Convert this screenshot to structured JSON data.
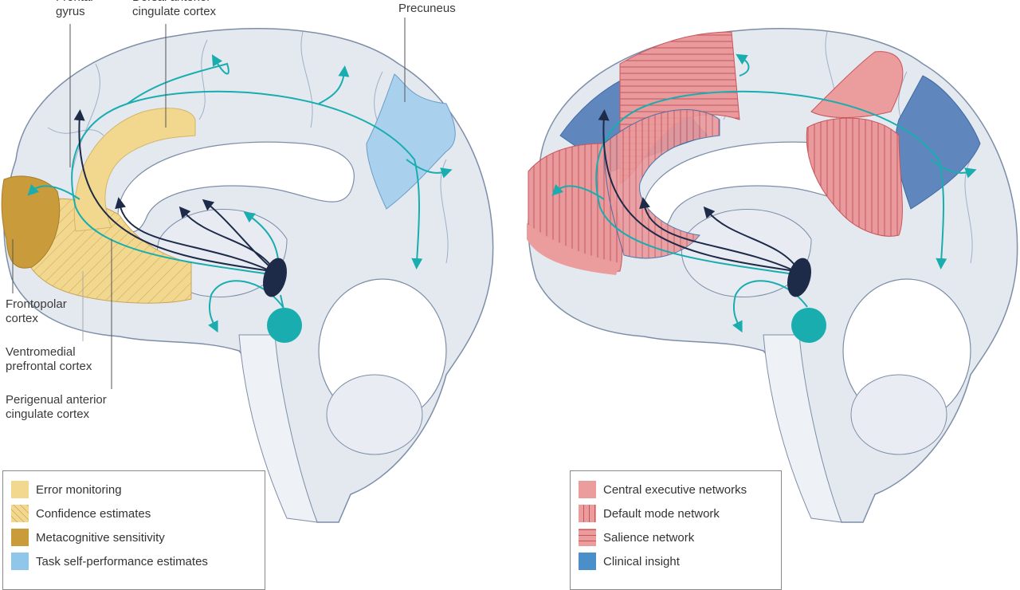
{
  "left_panel": {
    "labels": {
      "frontal_gyrus": "Frontal\ngyrus",
      "dorsal_acc": "Dorsal anterior\ncingulate cortex",
      "precuneus": "Precuneus",
      "frontopolar": "Frontopolar\ncortex",
      "vmpfc": "Ventromedial\nprefrontal cortex",
      "pgacc": "Perigenual anterior\ncingulate cortex"
    },
    "legend": [
      {
        "label": "Error monitoring",
        "color": "#f2d88e",
        "pattern": "solid"
      },
      {
        "label": "Confidence estimates",
        "color": "#f2d88e",
        "pattern": "diagonal"
      },
      {
        "label": "Metacognitive sensitivity",
        "color": "#c99b3b",
        "pattern": "solid"
      },
      {
        "label": "Task self-performance estimates",
        "color": "#8fc6ea",
        "pattern": "solid"
      }
    ]
  },
  "right_panel": {
    "legend": [
      {
        "label": "Central executive networks",
        "color": "#eb9c9c",
        "pattern": "solid"
      },
      {
        "label": "Default mode network",
        "color": "#eb9c9c",
        "pattern": "vertical"
      },
      {
        "label": "Salience network",
        "color": "#eb9c9c",
        "pattern": "horizontal"
      },
      {
        "label": "Clinical insight",
        "color": "#4a8fc9",
        "pattern": "solid"
      }
    ]
  },
  "colors": {
    "brain_fill": "#e4e9f0",
    "brain_stroke": "#7d8ea8",
    "teal_pathway": "#19adb0",
    "navy_pathway": "#1d2a48"
  }
}
